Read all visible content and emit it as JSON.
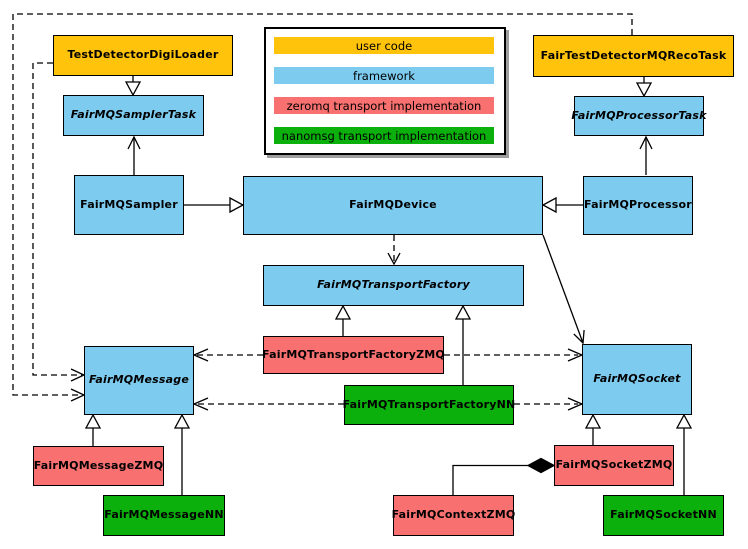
{
  "diagram_type": "uml-class-diagram",
  "colors": {
    "user_code": "#FFC30B",
    "framework": "#7DCCF0",
    "zeromq": "#F97070",
    "nanomsg": "#0CB00C",
    "border": "#000000",
    "background": "#FFFFFF"
  },
  "legend": {
    "items": [
      {
        "label": "user code",
        "category": "user_code"
      },
      {
        "label": "framework",
        "category": "framework"
      },
      {
        "label": "zeromq transport implementation",
        "category": "zeromq"
      },
      {
        "label": "nanomsg transport implementation",
        "category": "nanomsg"
      }
    ]
  },
  "nodes": {
    "testDetectorDigiLoader": {
      "label": "TestDetectorDigiLoader",
      "category": "user_code",
      "abstract": false
    },
    "fairTestDetectorMQRecoTask": {
      "label": "FairTestDetectorMQRecoTask",
      "category": "user_code",
      "abstract": false
    },
    "fairMQSamplerTask": {
      "label": "FairMQSamplerTask",
      "category": "framework",
      "abstract": true
    },
    "fairMQProcessorTask": {
      "label": "FairMQProcessorTask",
      "category": "framework",
      "abstract": true
    },
    "fairMQSampler": {
      "label": "FairMQSampler",
      "category": "framework",
      "abstract": false
    },
    "fairMQDevice": {
      "label": "FairMQDevice",
      "category": "framework",
      "abstract": false
    },
    "fairMQProcessor": {
      "label": "FairMQProcessor",
      "category": "framework",
      "abstract": false
    },
    "fairMQTransportFactory": {
      "label": "FairMQTransportFactory",
      "category": "framework",
      "abstract": true
    },
    "fairMQTransportFactoryZMQ": {
      "label": "FairMQTransportFactoryZMQ",
      "category": "zeromq",
      "abstract": false
    },
    "fairMQTransportFactoryNN": {
      "label": "FairMQTransportFactoryNN",
      "category": "nanomsg",
      "abstract": false
    },
    "fairMQMessage": {
      "label": "FairMQMessage",
      "category": "framework",
      "abstract": true
    },
    "fairMQSocket": {
      "label": "FairMQSocket",
      "category": "framework",
      "abstract": true
    },
    "fairMQMessageZMQ": {
      "label": "FairMQMessageZMQ",
      "category": "zeromq",
      "abstract": false
    },
    "fairMQMessageNN": {
      "label": "FairMQMessageNN",
      "category": "nanomsg",
      "abstract": false
    },
    "fairMQContextZMQ": {
      "label": "FairMQContextZMQ",
      "category": "zeromq",
      "abstract": false
    },
    "fairMQSocketZMQ": {
      "label": "FairMQSocketZMQ",
      "category": "zeromq",
      "abstract": false
    },
    "fairMQSocketNN": {
      "label": "FairMQSocketNN",
      "category": "nanomsg",
      "abstract": false
    }
  },
  "edges": [
    {
      "from": "TestDetectorDigiLoader",
      "to": "FairMQSamplerTask",
      "type": "inheritance"
    },
    {
      "from": "FairTestDetectorMQRecoTask",
      "to": "FairMQProcessorTask",
      "type": "inheritance"
    },
    {
      "from": "FairMQSampler",
      "to": "FairMQDevice",
      "type": "inheritance"
    },
    {
      "from": "FairMQProcessor",
      "to": "FairMQDevice",
      "type": "inheritance"
    },
    {
      "from": "FairMQSampler",
      "to": "FairMQSamplerTask",
      "type": "association"
    },
    {
      "from": "FairMQProcessor",
      "to": "FairMQProcessorTask",
      "type": "association"
    },
    {
      "from": "FairMQDevice",
      "to": "FairMQTransportFactory",
      "type": "dependency"
    },
    {
      "from": "FairMQDevice",
      "to": "FairMQSocket",
      "type": "association"
    },
    {
      "from": "FairMQTransportFactoryZMQ",
      "to": "FairMQTransportFactory",
      "type": "inheritance"
    },
    {
      "from": "FairMQTransportFactoryNN",
      "to": "FairMQTransportFactory",
      "type": "inheritance"
    },
    {
      "from": "FairMQTransportFactoryZMQ",
      "to": "FairMQMessage",
      "type": "dependency"
    },
    {
      "from": "FairMQTransportFactoryZMQ",
      "to": "FairMQSocket",
      "type": "dependency"
    },
    {
      "from": "FairMQTransportFactoryNN",
      "to": "FairMQMessage",
      "type": "dependency"
    },
    {
      "from": "FairMQTransportFactoryNN",
      "to": "FairMQSocket",
      "type": "dependency"
    },
    {
      "from": "FairMQMessageZMQ",
      "to": "FairMQMessage",
      "type": "inheritance"
    },
    {
      "from": "FairMQMessageNN",
      "to": "FairMQMessage",
      "type": "inheritance"
    },
    {
      "from": "FairMQSocketZMQ",
      "to": "FairMQSocket",
      "type": "inheritance"
    },
    {
      "from": "FairMQSocketNN",
      "to": "FairMQSocket",
      "type": "inheritance"
    },
    {
      "from": "FairMQContextZMQ",
      "to": "FairMQSocketZMQ",
      "type": "composition"
    },
    {
      "from": "FairTestDetectorMQRecoTask",
      "to": "FairMQMessage",
      "type": "dependency"
    },
    {
      "from": "TestDetectorDigiLoader",
      "to": "FairMQMessage",
      "type": "dependency"
    }
  ]
}
